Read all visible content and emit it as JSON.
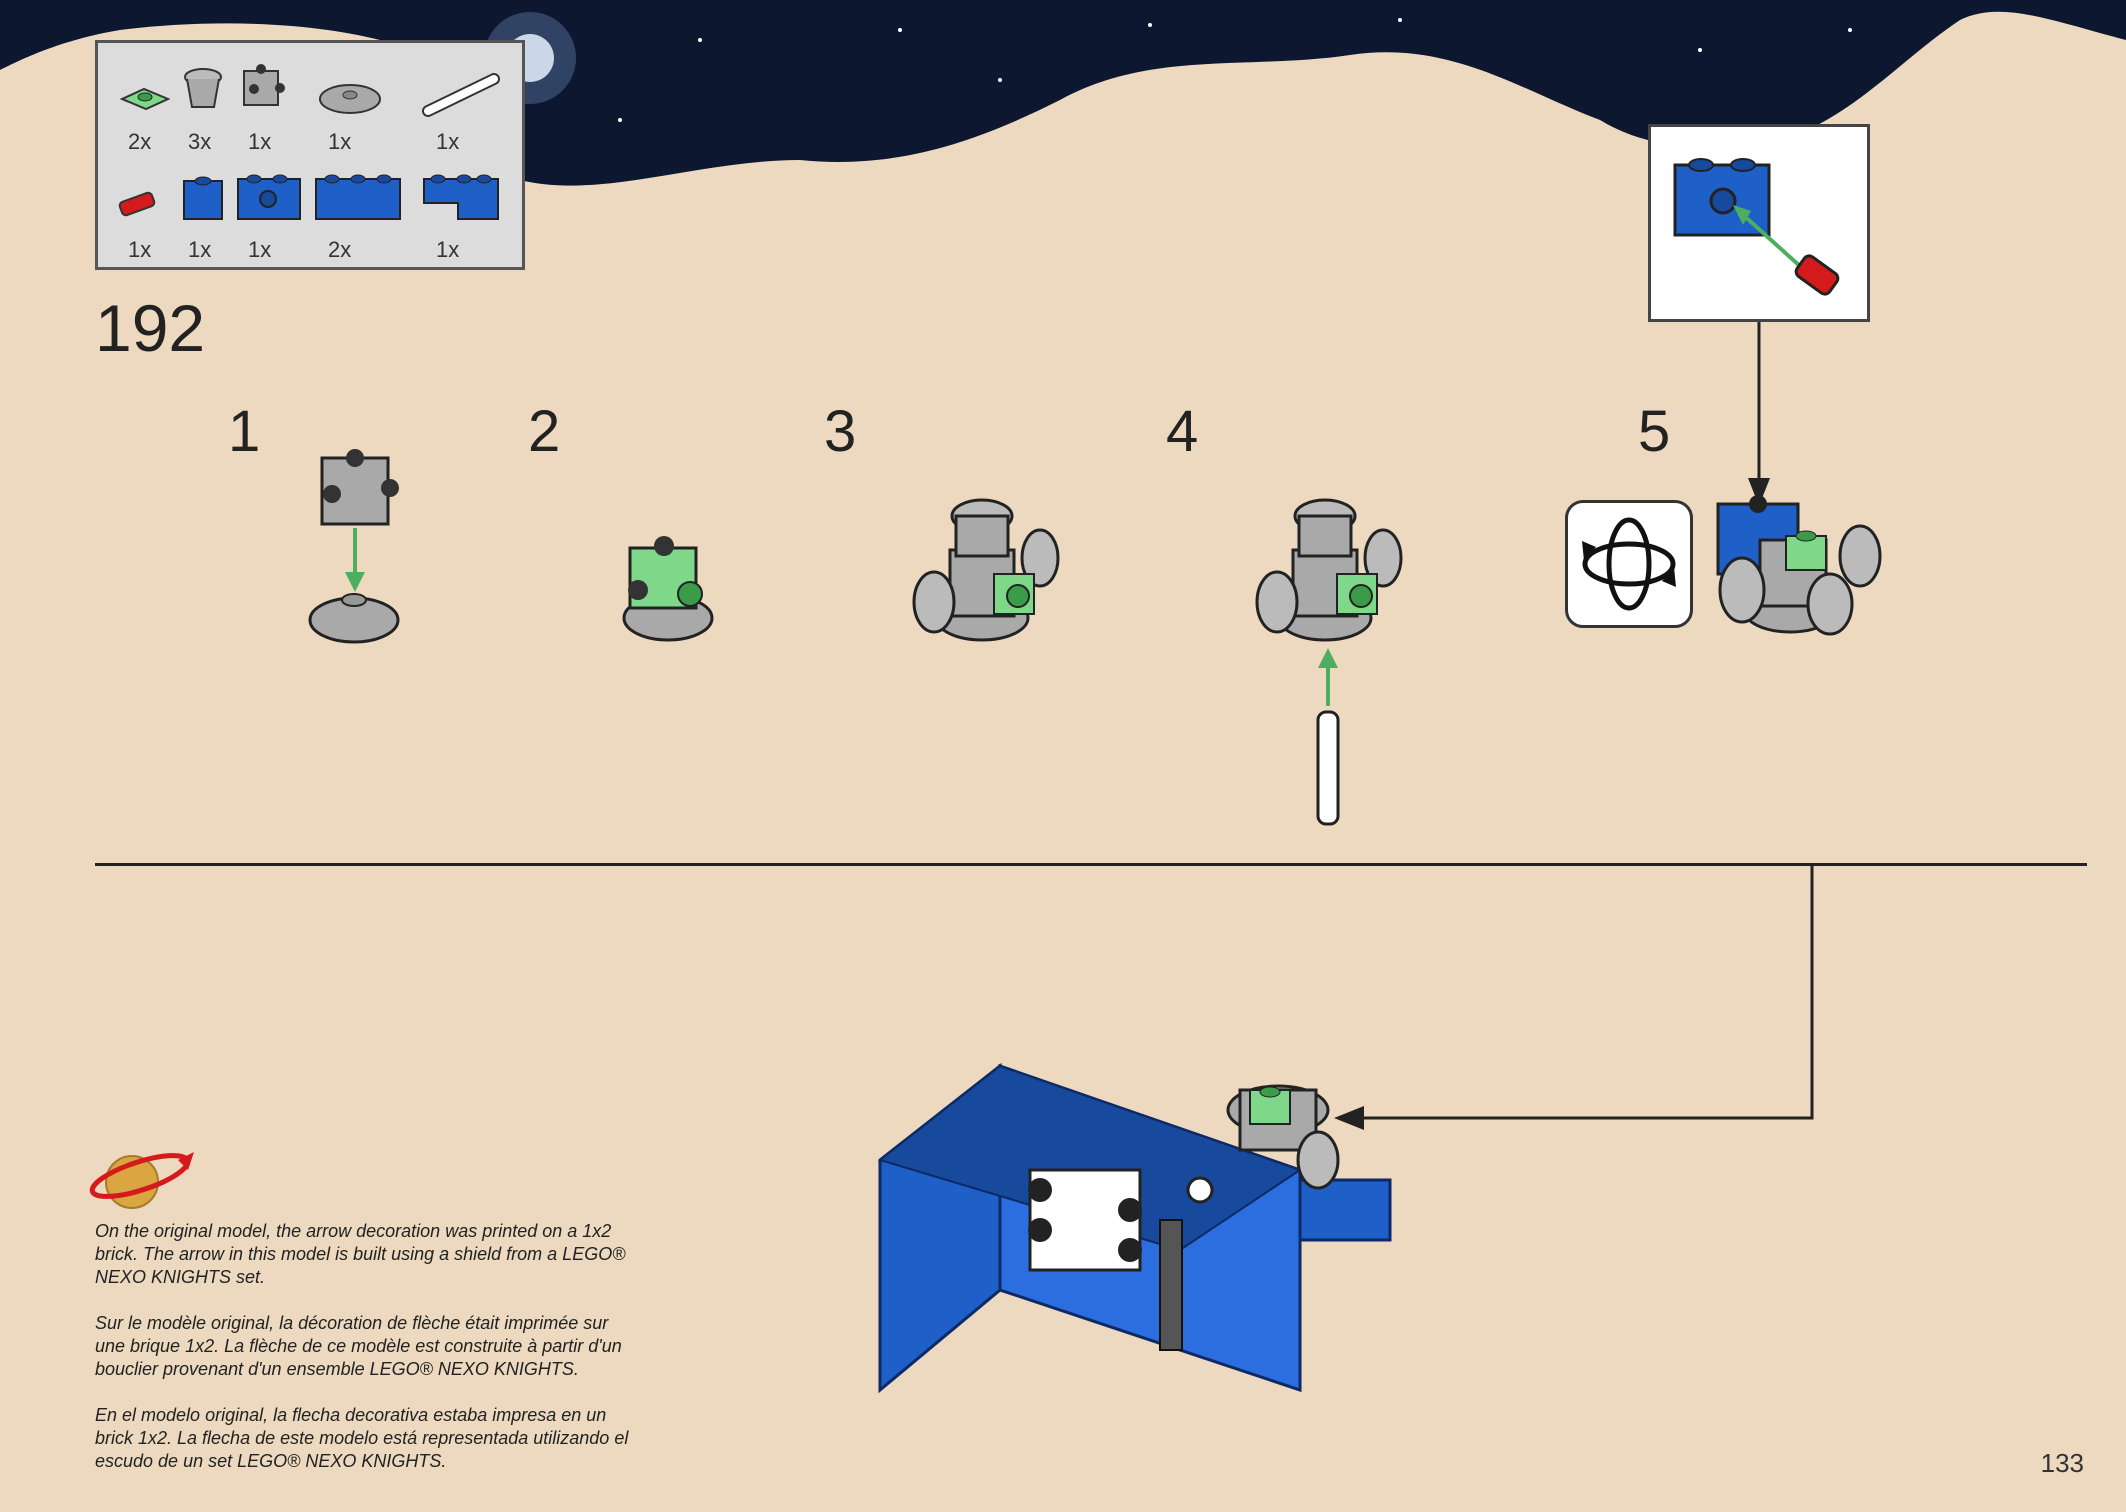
{
  "step_number": "192",
  "parts": [
    {
      "qty": "2x",
      "icon": "green-plate-icon"
    },
    {
      "qty": "3x",
      "icon": "gray-cup-icon"
    },
    {
      "qty": "1x",
      "icon": "gray-brick-studs-icon"
    },
    {
      "qty": "1x",
      "icon": "gray-round-plate-icon"
    },
    {
      "qty": "1x",
      "icon": "white-bar-icon"
    },
    {
      "qty": "1x",
      "icon": "red-pin-icon"
    },
    {
      "qty": "1x",
      "icon": "blue-brick-1x1-icon"
    },
    {
      "qty": "1x",
      "icon": "blue-technic-brick-icon"
    },
    {
      "qty": "2x",
      "icon": "blue-brick-1x3-icon"
    },
    {
      "qty": "1x",
      "icon": "blue-corner-plate-icon"
    }
  ],
  "substeps": [
    "1",
    "2",
    "3",
    "4",
    "5"
  ],
  "note": {
    "en": "On the original model, the arrow decoration was printed on a 1x2 brick. The arrow in this model is built using a shield from a LEGO® NEXO KNIGHTS set.",
    "fr": "Sur le modèle original, la décoration de flèche était imprimée sur une brique 1x2. La flèche de ce modèle est construite à partir d'un bouclier provenant d'un ensemble LEGO® NEXO KNIGHTS.",
    "es": "En el modelo original, la flecha decorativa estaba impresa en un brick 1x2. La flecha de este modelo está representada utilizando el escudo de un set LEGO® NEXO KNIGHTS."
  },
  "page_number": "133",
  "colors": {
    "sand": "#ecd9c0",
    "space": "#0d1830",
    "lego_blue": "#1f5fc8",
    "trans_green": "#56c46a",
    "gray": "#a9a9a9"
  }
}
